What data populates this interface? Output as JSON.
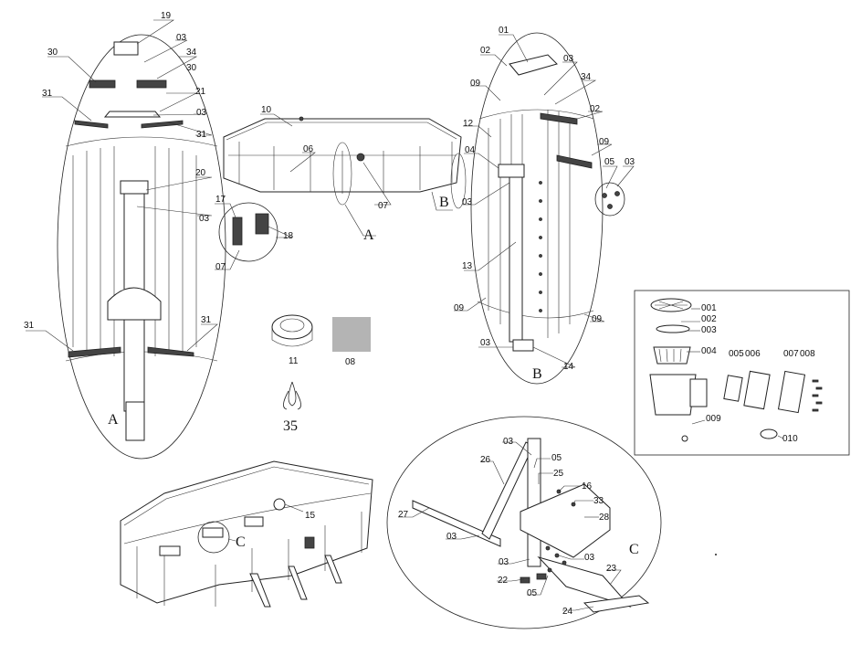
{
  "detail_a_labels": [
    "19",
    "03",
    "30",
    "34",
    "30",
    "31",
    "21",
    "03",
    "31",
    "20",
    "03",
    "31",
    "31",
    "A"
  ],
  "pool_top_labels": [
    "10",
    "06",
    "17",
    "18",
    "07",
    "07",
    "A",
    "B"
  ],
  "detail_b_labels": [
    "01",
    "02",
    "03",
    "34",
    "09",
    "02",
    "12",
    "09",
    "04",
    "05",
    "03",
    "03",
    "13",
    "09",
    "09",
    "03",
    "B",
    "14"
  ],
  "kit_labels": [
    "11",
    "08",
    "35"
  ],
  "skimmer_labels": [
    "001",
    "002",
    "003",
    "004",
    "005",
    "006",
    "007",
    "008",
    "009",
    "010"
  ],
  "pool_bottom_labels": [
    "15",
    "C"
  ],
  "detail_c_labels": [
    "03",
    "05",
    "26",
    "25",
    "16",
    "33",
    "28",
    "27",
    "03",
    "03",
    "03",
    "22",
    "05",
    "23",
    "24",
    "C"
  ],
  "colors": {
    "line": "#222222",
    "swatch": "#b4b4b4"
  }
}
